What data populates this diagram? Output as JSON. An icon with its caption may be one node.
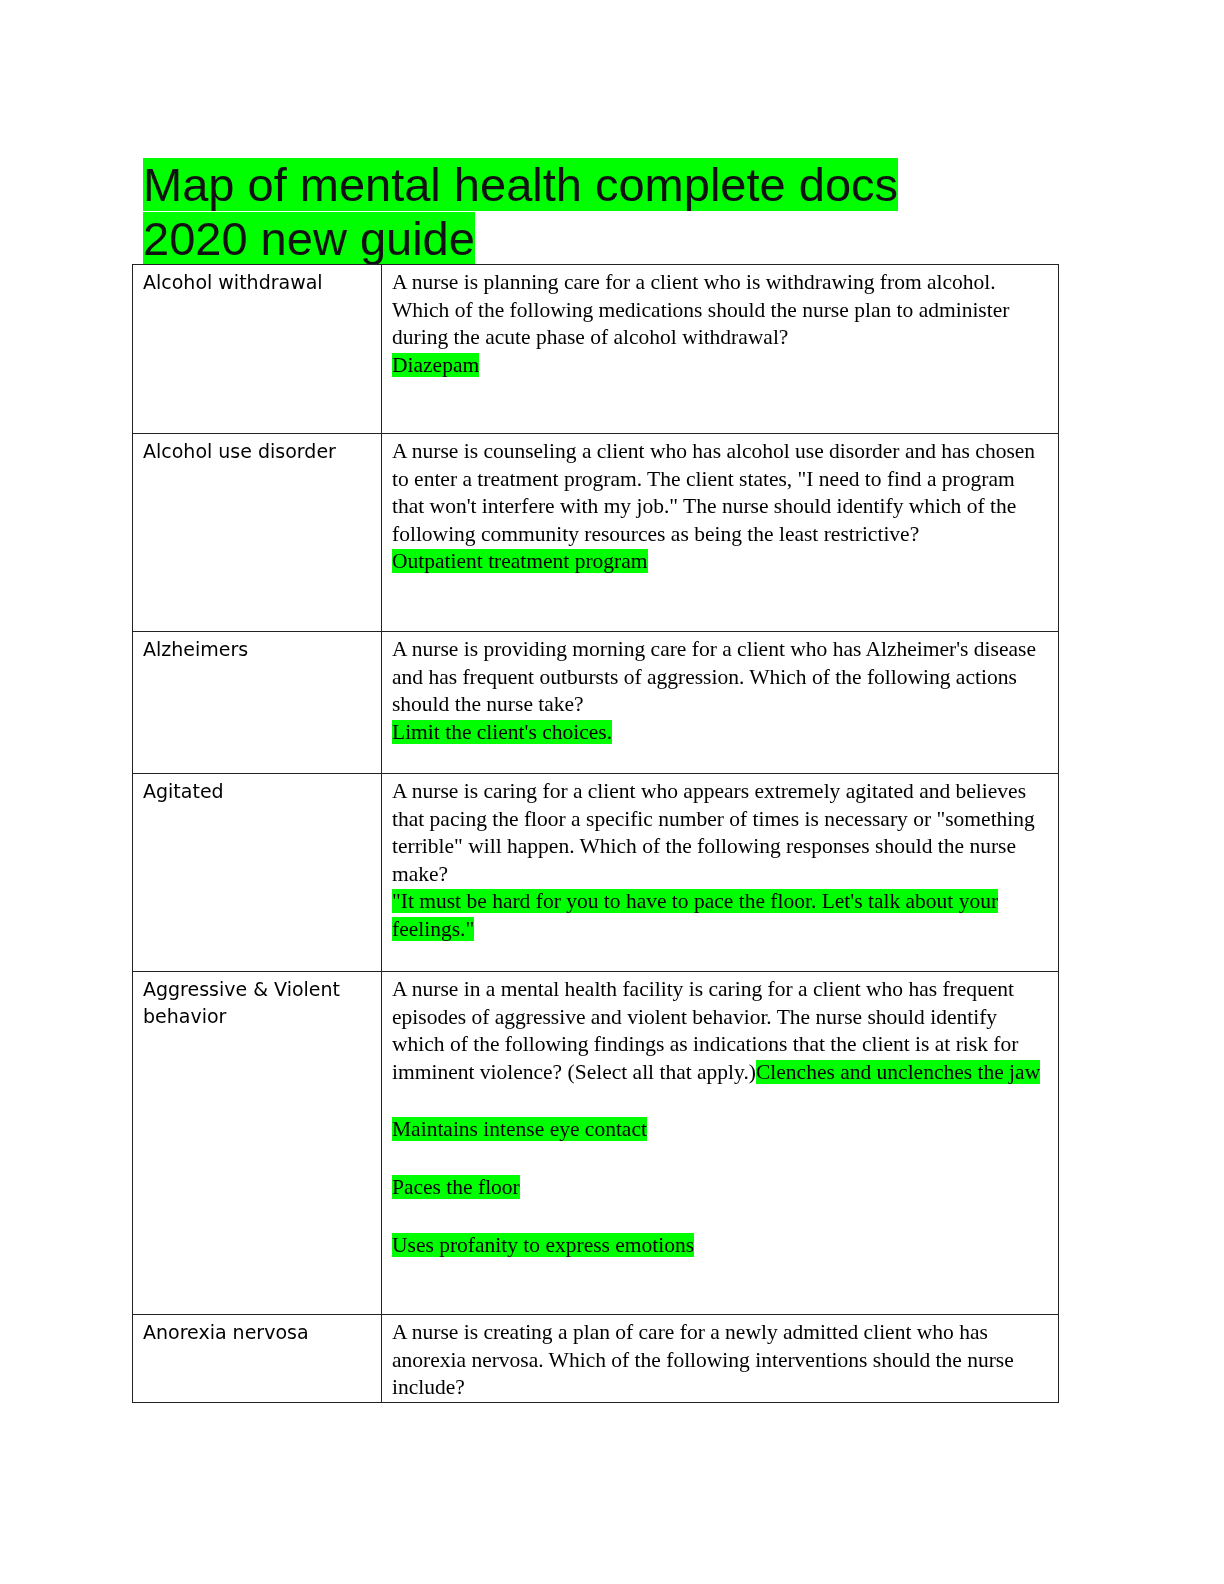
{
  "diagram": {
    "title": "Map of mental health complete docs 2020 new guide",
    "labels": [
      "Alcohol withdrawal",
      "A nurse is planning care for a client who is withdrawing from alcohol. Which of the following medications should the nurse plan to administer during the acute phase of alcohol withdrawal?",
      "Diazepam",
      "Alcohol use disorder",
      "A nurse is counseling a client who has alcohol use disorder and has chosen to enter a treatment program. The client states, \"I need to find a program that won't interfere with my job.\" The nurse should identify which of the following community resources as being the least restrictive?",
      "Outpatient treatment program",
      "Alzheimers",
      "A nurse is providing morning care for a client who has Alzheimer's disease and has frequent outbursts of aggression. Which of the following actions should the nurse take?",
      "Limit the client's choices.",
      "Agitated",
      "A nurse is caring for a client who appears extremely agitated and believes that pacing the floor a specific number of times is necessary or \"something terrible\" will happen. Which of the following responses should the nurse make?",
      "\"It must be hard for you to have to pace the floor. Let's talk about your feelings.\"",
      "Aggressive & Violent behavior",
      "A nurse in a mental health facility is caring for a client who has frequent episodes of aggressive and violent behavior. The nurse should identify which of the following findings as indications that the client is at risk for imminent violence? (Select all that apply.)",
      "Clenches and unclenches the jaw",
      "Maintains intense eye contact",
      "Paces the floor",
      "Uses profanity to express emotions",
      "Anorexia nervosa",
      "A nurse is creating a plan of care for a newly admitted client who has anorexia nervosa. Which of the following interventions should the nurse include?"
    ]
  }
}
